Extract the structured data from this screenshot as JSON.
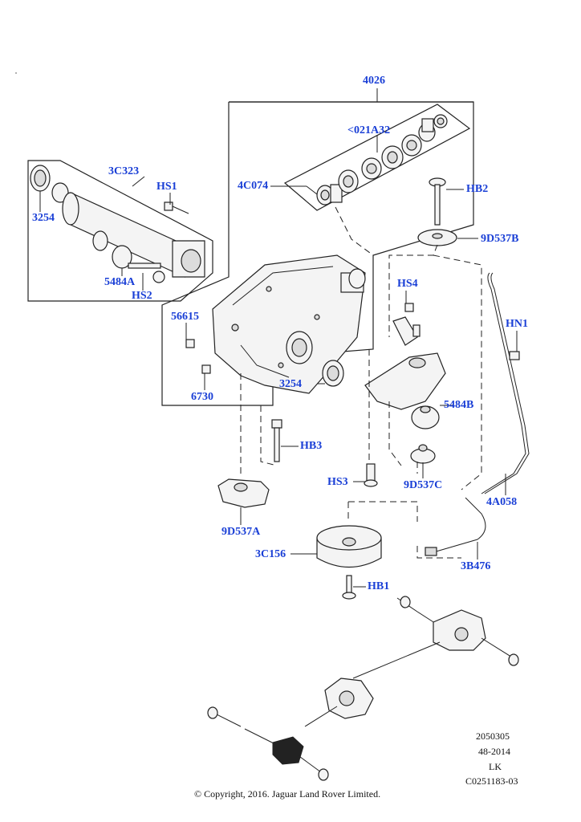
{
  "callouts": {
    "4026": "4026",
    "c021A32": "<021A32",
    "c4C074": "4C074",
    "c3C323": "3C323",
    "HS1": "HS1",
    "c3254_left": "3254",
    "c5484A": "5484A",
    "HS2": "HS2",
    "HB2": "HB2",
    "c9D537B": "9D537B",
    "HS4": "HS4",
    "HN1": "HN1",
    "c56615": "56615",
    "c3254_center": "3254",
    "c6730": "6730",
    "c5484B": "5484B",
    "HB3": "HB3",
    "HS3": "HS3",
    "c9D537C": "9D537C",
    "c4A058": "4A058",
    "c9D537A": "9D537A",
    "c3C156": "3C156",
    "c3B476": "3B476",
    "HB1": "HB1"
  },
  "meta": {
    "ref": "2050305",
    "date": "48-2014",
    "code": "LK",
    "drawing": "C0251183-03"
  },
  "copyright": "© Copyright, 2016. Jaguar Land Rover Limited."
}
